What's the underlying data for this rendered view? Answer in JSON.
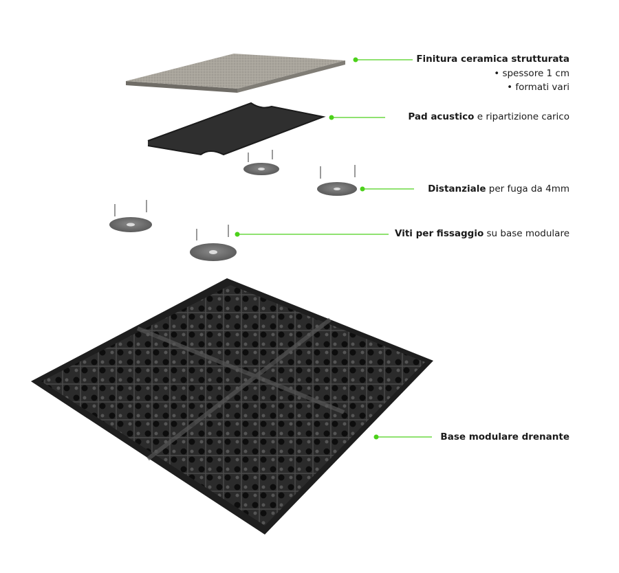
{
  "accent_color": "#4cd11a",
  "labels": {
    "finish": {
      "bold": "Finitura ceramica strutturata",
      "bullets": [
        "• spessore 1 cm",
        "• formati vari"
      ]
    },
    "pad": {
      "bold": "Pad acustico",
      "rest": " e ripartizione carico"
    },
    "spacer": {
      "bold": "Distanziale",
      "rest": " per fuga da 4mm"
    },
    "screws": {
      "bold": "Viti per fissaggio",
      "rest": " su base modulare"
    },
    "base": {
      "bold": "Base modulare drenante"
    }
  }
}
